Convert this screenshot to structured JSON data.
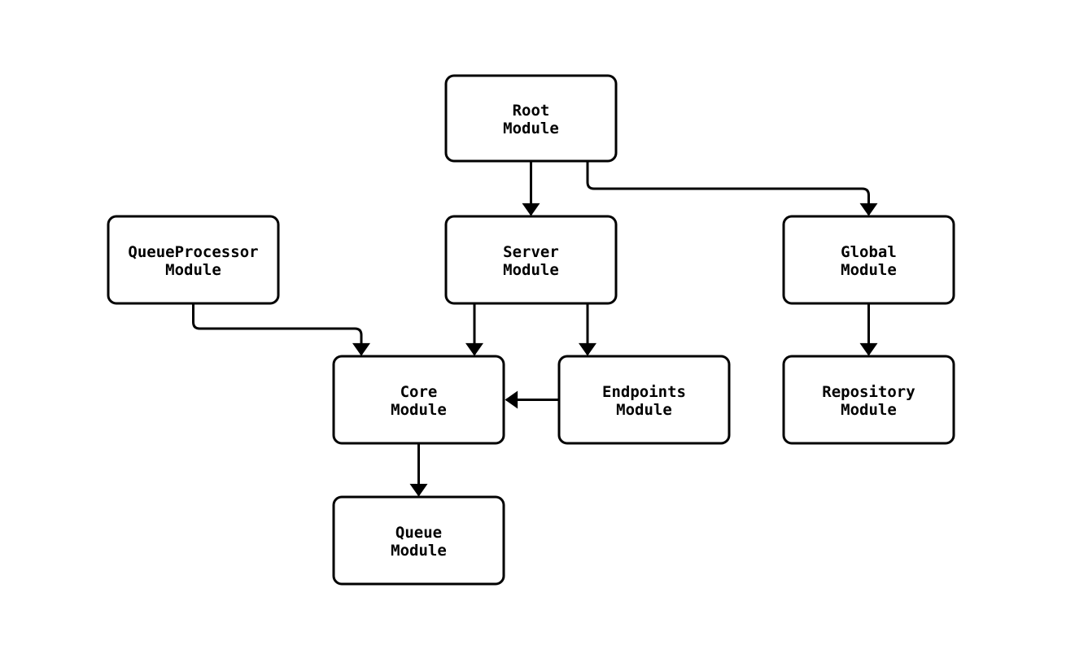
{
  "diagram": {
    "type": "flowchart",
    "background_color": "#ffffff",
    "node_fill_color": "#ffffff",
    "node_border_color": "#000000",
    "edge_color": "#000000",
    "text_color": "#000000",
    "nodes": [
      {
        "id": "root",
        "line1": "Root",
        "line2": "Module"
      },
      {
        "id": "queueprocessor",
        "line1": "QueueProcessor",
        "line2": "Module"
      },
      {
        "id": "server",
        "line1": "Server",
        "line2": "Module"
      },
      {
        "id": "global",
        "line1": "Global",
        "line2": "Module"
      },
      {
        "id": "core",
        "line1": "Core",
        "line2": "Module"
      },
      {
        "id": "endpoints",
        "line1": "Endpoints",
        "line2": "Module"
      },
      {
        "id": "repository",
        "line1": "Repository",
        "line2": "Module"
      },
      {
        "id": "queue",
        "line1": "Queue",
        "line2": "Module"
      }
    ],
    "edges": [
      {
        "from": "Root Module",
        "to": "Server Module"
      },
      {
        "from": "Root Module",
        "to": "Global Module"
      },
      {
        "from": "QueueProcessor Module",
        "to": "Core Module"
      },
      {
        "from": "Server Module",
        "to": "Core Module"
      },
      {
        "from": "Server Module",
        "to": "Endpoints Module"
      },
      {
        "from": "Endpoints Module",
        "to": "Core Module"
      },
      {
        "from": "Core Module",
        "to": "Queue Module"
      },
      {
        "from": "Global Module",
        "to": "Repository Module"
      }
    ]
  }
}
